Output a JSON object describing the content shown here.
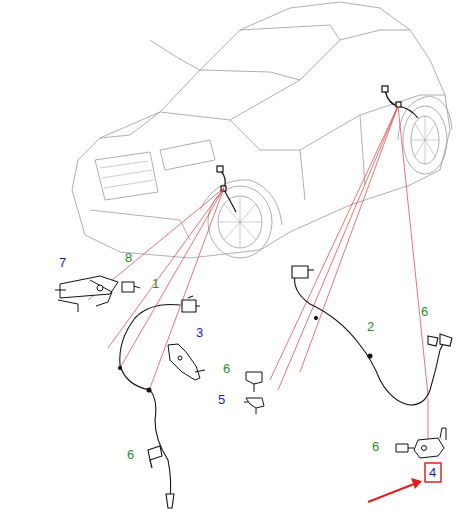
{
  "diagram": {
    "labels": [
      "7",
      "8",
      "1",
      "6",
      "3",
      "2",
      "6",
      "5",
      "6",
      "6",
      "4"
    ]
  }
}
